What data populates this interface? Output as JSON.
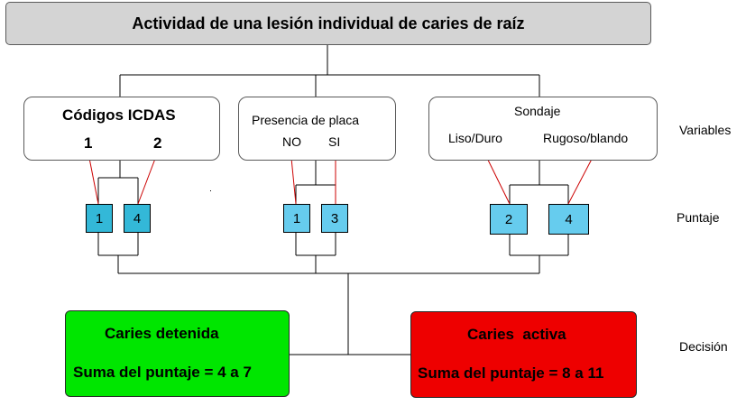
{
  "title": "Actividad de una lesión individual de caries  de raíz",
  "variables": {
    "icdas": {
      "title": "Códigos ICDAS",
      "codes": [
        "1",
        "2"
      ],
      "scores": [
        "1",
        "4"
      ]
    },
    "placa": {
      "title": "Presencia de placa",
      "options": [
        "NO",
        "SI"
      ],
      "scores": [
        "1",
        "3"
      ]
    },
    "sondaje": {
      "title": "Sondaje",
      "options": [
        "Liso/Duro",
        "Rugoso/blando"
      ],
      "scores": [
        "2",
        "4"
      ]
    }
  },
  "side_labels": {
    "variables": "Variables",
    "puntaje": "Puntaje",
    "decision": "Decisión"
  },
  "decisions": {
    "detenida": {
      "title": "Caries detenida",
      "rule": "Suma del puntaje = 4  a 7",
      "color": "#00e600"
    },
    "activa": {
      "title": "Caries  activa",
      "rule": "Suma del puntaje = 8 a 11",
      "color": "#ee0000"
    }
  },
  "colors": {
    "connector": "#000000",
    "pointer": "#cc0000",
    "title_bg": "#d4d4d4",
    "score_bg": "#66ccee"
  }
}
